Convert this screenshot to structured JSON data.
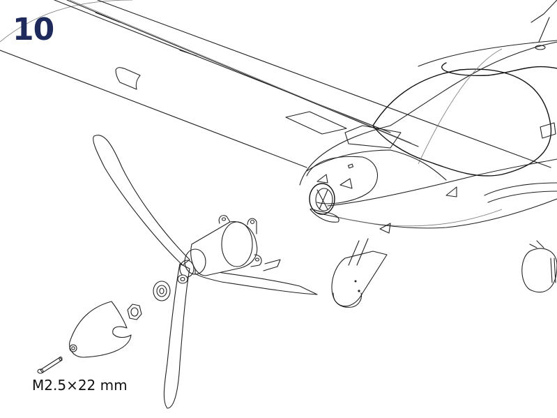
{
  "step": {
    "number": "10",
    "color": "#1e2a5c"
  },
  "callouts": {
    "screw_label": "M2.5×22 mm"
  },
  "illustration": {
    "parts": [
      {
        "name": "airplane-nose-and-wing",
        "icon": "airplane-icon"
      },
      {
        "name": "propeller",
        "icon": "propeller-icon"
      },
      {
        "name": "motor",
        "icon": "motor-icon"
      },
      {
        "name": "washer",
        "icon": "washer-icon"
      },
      {
        "name": "hex-nut",
        "icon": "nut-icon"
      },
      {
        "name": "spinner-cone",
        "icon": "spinner-icon"
      },
      {
        "name": "screw",
        "icon": "screw-icon"
      }
    ]
  }
}
